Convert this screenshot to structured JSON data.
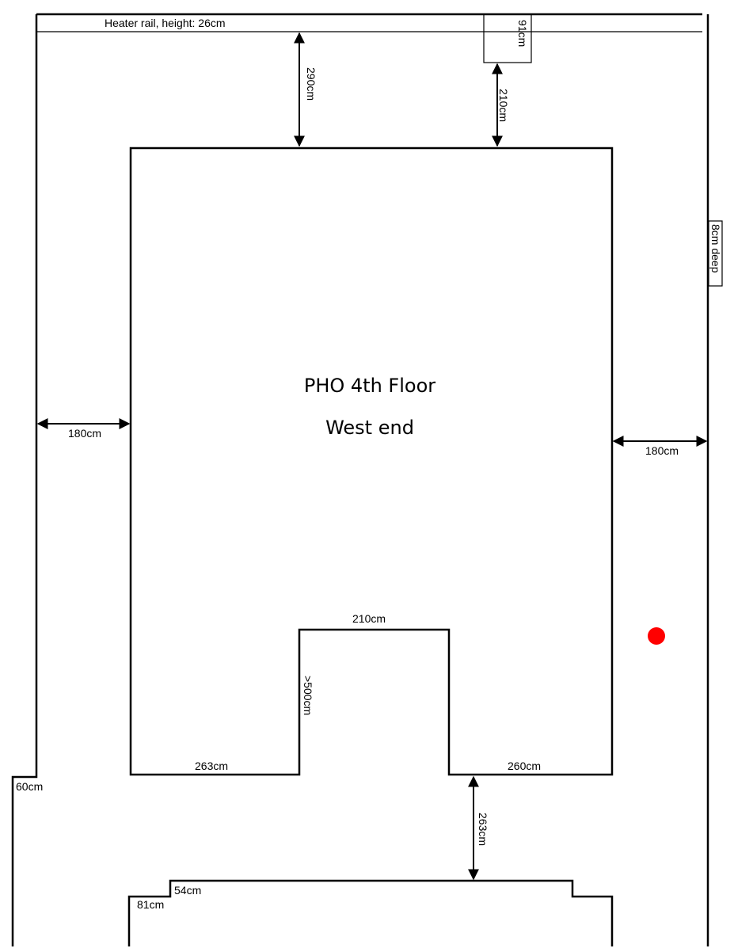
{
  "room": {
    "title": "PHO 4th Floor",
    "subtitle": "West end"
  },
  "labels": {
    "heater_rail": "Heater rail,  height: 26cm",
    "top_box_width": "91cm",
    "top_gap_left": "290cm",
    "top_gap_right": "210cm",
    "right_wall_depth": "8cm deep",
    "left_gap": "180cm",
    "right_gap": "180cm",
    "notch_width": "210cm",
    "notch_depth": ">500cm",
    "bottom_left_edge": "263cm",
    "bottom_right_edge": "260cm",
    "left_step": "60cm",
    "bottom_gap": "263cm",
    "lower_step_small": "54cm",
    "lower_step_left": "81cm"
  },
  "colors": {
    "marker": "#ff0000",
    "lines": "#000000"
  }
}
